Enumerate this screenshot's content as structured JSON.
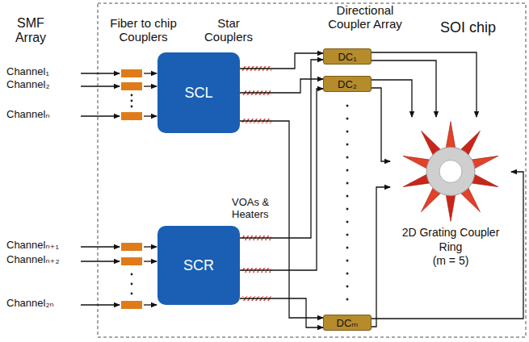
{
  "diagram": {
    "nodes": [
      {
        "text": [
          "SCL"
        ]
      },
      {
        "text": [
          "SCR"
        ]
      },
      {
        "text": [
          "DC₁"
        ]
      },
      {
        "text": [
          "DC₂"
        ]
      },
      {
        "text": [
          "DCₘ"
        ]
      },
      {
        "text": [
          "2D Grating Coupler Ring",
          "(m = 5)"
        ]
      }
    ],
    "edges": [
      {
        "from": 0,
        "to": 2,
        "arrow": "to"
      },
      {
        "from": 0,
        "to": 3,
        "arrow": "to"
      },
      {
        "from": 0,
        "to": 4,
        "arrow": "to"
      },
      {
        "from": 1,
        "to": 2,
        "arrow": "to"
      },
      {
        "from": 1,
        "to": 3,
        "arrow": "to"
      },
      {
        "from": 1,
        "to": 4,
        "arrow": "to"
      },
      {
        "from": 2,
        "to": 5,
        "arrow": "to"
      },
      {
        "from": 2,
        "to": 5,
        "arrow": "to"
      },
      {
        "from": 3,
        "to": 5,
        "arrow": "to"
      },
      {
        "from": 3,
        "to": 5,
        "arrow": "to"
      },
      {
        "from": 4,
        "to": 5,
        "arrow": "to"
      },
      {
        "from": 4,
        "to": 5,
        "arrow": "to"
      }
    ],
    "labels": [
      "SMF Array",
      "Fiber to chip Couplers",
      "Star Couplers",
      "Directional Coupler Array",
      "SOI chip",
      "Channel₁",
      "Channel₂",
      "Channelₙ",
      "Channelₙ₊₁",
      "Channelₙ₊₂",
      "Channel₂ₙ",
      "VOAs & Heaters"
    ]
  }
}
